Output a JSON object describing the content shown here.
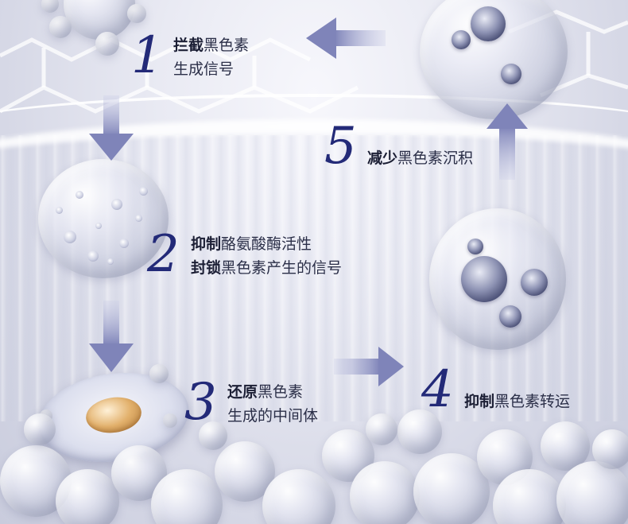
{
  "steps": [
    {
      "number": "1",
      "line1_bold": "拦截",
      "line1_rest": "黑色素",
      "line2_bold": "",
      "line2_rest": "生成信号"
    },
    {
      "number": "2",
      "line1_bold": "抑制",
      "line1_rest": "酪氨酸酶活性",
      "line2_bold": "封锁",
      "line2_rest": "黑色素产生的信号"
    },
    {
      "number": "3",
      "line1_bold": "还原",
      "line1_rest": "黑色素",
      "line2_bold": "",
      "line2_rest": "生成的中间体"
    },
    {
      "number": "4",
      "line1_bold": "抑制",
      "line1_rest": "黑色素转运",
      "line2_bold": "",
      "line2_rest": ""
    },
    {
      "number": "5",
      "line1_bold": "减少",
      "line1_rest": "黑色素沉积",
      "line2_bold": "",
      "line2_rest": ""
    }
  ],
  "colors": {
    "number": "#232a78",
    "text": "#2b2f48",
    "arrow": "#8a8fc0"
  }
}
